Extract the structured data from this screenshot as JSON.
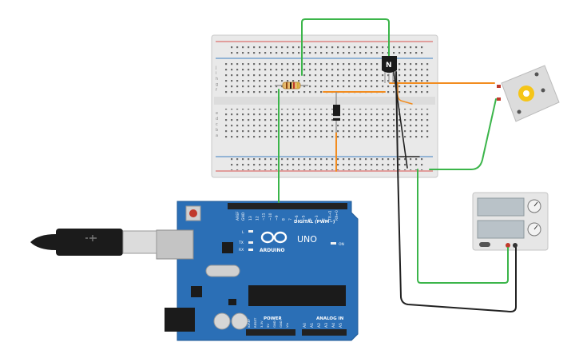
{
  "canvas": {
    "background": "#ffffff"
  },
  "arduino": {
    "brand_text": "ARDUINO",
    "model_text": "UNO",
    "digital_label": "DIGITAL (PWM~)",
    "analog_label": "ANALOG IN",
    "power_label": "POWER",
    "on_label": "ON",
    "l_label": "L",
    "tx_label": "TX",
    "rx_label": "RX",
    "aref_label": "AREF",
    "gnd_label": "GND",
    "digital_pins": [
      "13",
      "12",
      "~11",
      "~10",
      "~9",
      "8",
      "7",
      "~6",
      "~5",
      "4",
      "~3",
      "2",
      "TX→1",
      "RX←0"
    ],
    "analog_pins": [
      "A0",
      "A1",
      "A2",
      "A3",
      "A4",
      "A5"
    ],
    "power_pins": [
      "IOREF",
      "RESET",
      "3.3V",
      "5V",
      "GND",
      "GND",
      "Vin"
    ],
    "board_color": "#2b6fb6",
    "board_dark": "#1f5a97"
  },
  "breadboard": {
    "color": "#e8e8e8",
    "rail_red": "#d9534f",
    "rail_blue": "#3d7fc1",
    "row_letters_top": [
      "j",
      "i",
      "h",
      "g",
      "f"
    ],
    "row_letters_bottom": [
      "e",
      "d",
      "c",
      "b",
      "a"
    ]
  },
  "transistor": {
    "label": "N"
  },
  "power_supply": {
    "color": "#e6e6e6"
  },
  "wires": {
    "green": "#3bb54a",
    "orange": "#f28c1f",
    "black": "#222222"
  }
}
